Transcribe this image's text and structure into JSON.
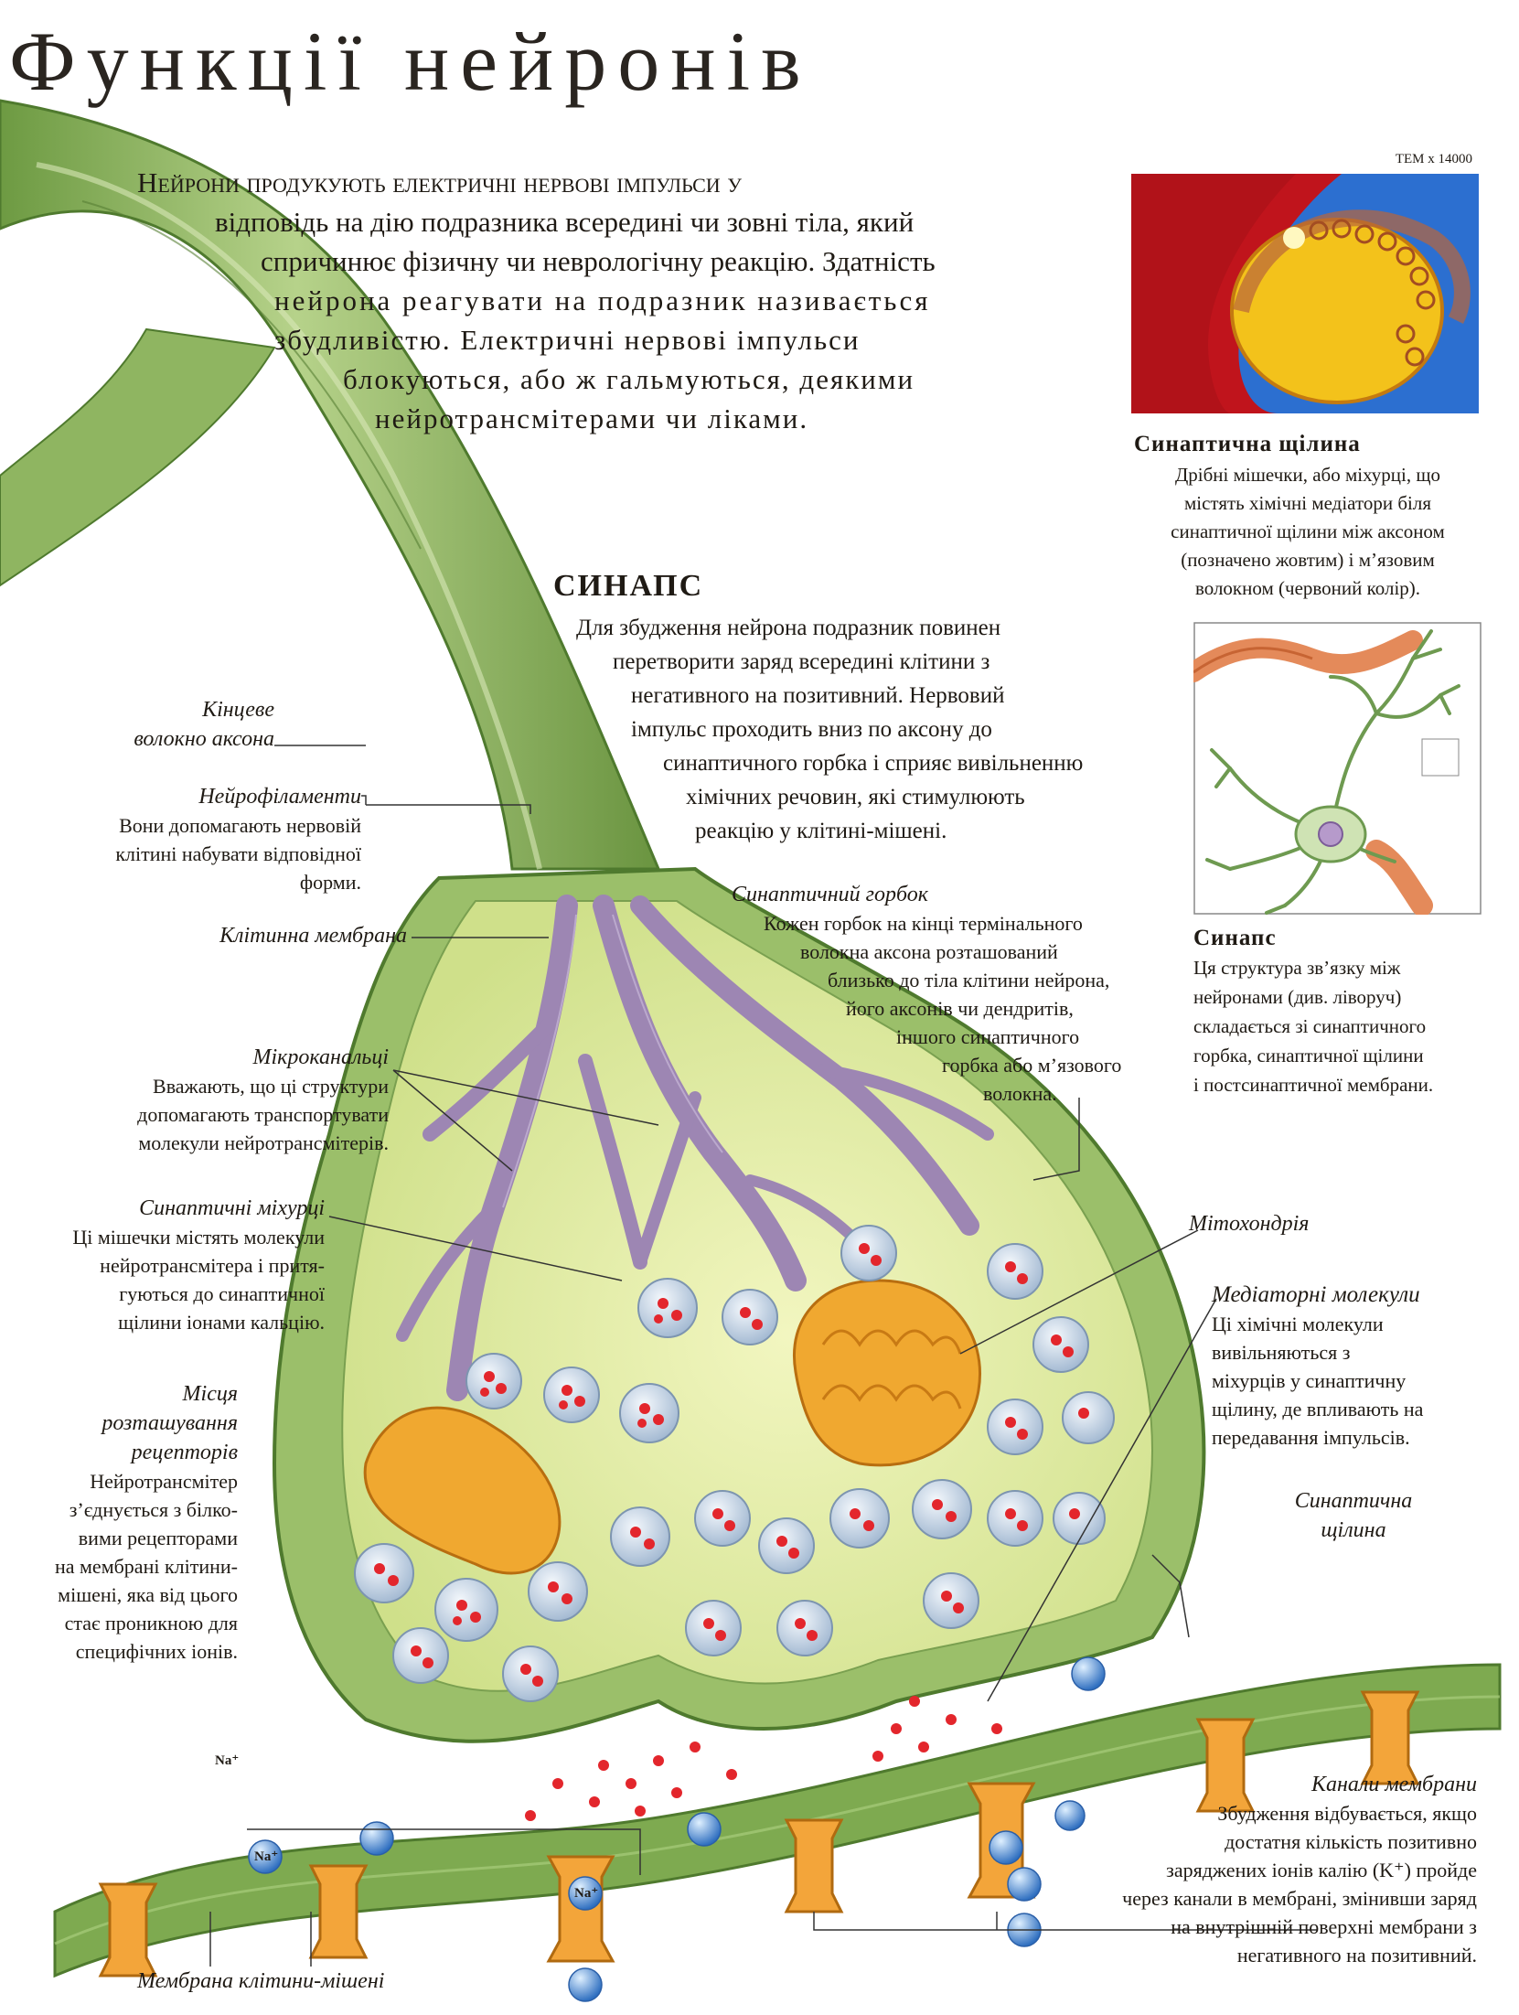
{
  "title": "Функції нейронів",
  "intro": [
    "Нейрони продукують електричні нервові імпульси у",
    "відповідь на дію подразника всередині чи зовні тіла, який",
    "спричинює фізичну чи неврологічну реакцію. Здатність",
    "нейрона реагувати на подразник називається",
    "збудливістю. Електричні нервові імпульси",
    "блокуються, або ж гальмуються, деякими",
    "нейротрансмітерами чи ліками."
  ],
  "tem_label": "ТЕМ х 14000",
  "cleft_box": {
    "title": "Синаптична щілина",
    "lines": [
      "Дрібні мішечки, або міхурці, що",
      "містять хімічні медіатори біля",
      "синаптичної щілини між аксоном",
      "(позначено жовтим) і м’язовим",
      "волокном (червоний колір)."
    ]
  },
  "synapse_box": {
    "title": "Синапс",
    "lines": [
      "Ця структура зв’язку між",
      "нейронами (див. ліворуч)",
      "складається зі синаптичного",
      "горбка, синаптичної щілини",
      "і постсинаптичної мембрани."
    ]
  },
  "synapse_section": {
    "title": "СИНАПС",
    "lines": [
      "Для збудження нейрона подразник повинен",
      "перетворити заряд всередині клітини з",
      "негативного на позитивний. Нервовий",
      "імпульс проходить вниз по аксону до",
      "синаптичного горбка і сприяє вивільненню",
      "хімічних речовин, які  стимулюють",
      "реакцію у клітині-мішені."
    ]
  },
  "labels": {
    "terminal_fiber": [
      "Кінцеве",
      "волокно аксона"
    ],
    "neurofilaments": {
      "title": "Нейрофіламенти",
      "lines": [
        "Вони допомагають нервовій",
        "клітині набувати відповідної",
        "форми."
      ]
    },
    "cell_membrane": "Клітинна мембрана",
    "microtubules": {
      "title": "Мікроканальці",
      "lines": [
        "Вважають, що ці структури",
        "допомагають транспортувати",
        "молекули нейротрансмітерів."
      ]
    },
    "vesicles": {
      "title": "Синаптичні міхурці",
      "lines": [
        "Ці мішечки містять молекули",
        "нейротрансмітера і притя-",
        "гуються до синаптичної",
        "щілини іонами кальцію."
      ]
    },
    "receptor_sites": {
      "title": [
        "Місця",
        "розташування",
        "рецепторів"
      ],
      "lines": [
        "Нейротрансмітер",
        "з’єднується з білко-",
        "вими рецепторами",
        "на мембрані клітини-",
        "мішені, яка від цього",
        "стає проникною для",
        "специфічних іонів."
      ]
    },
    "bouton": {
      "title": "Синаптичний горбок",
      "lines": [
        "Кожен горбок на кінці термінального",
        "волокна аксона розташований",
        "близько до тіла клітини нейрона,",
        "його аксонів чи дендритів,",
        "іншого синаптичного",
        "горбка або м’язового",
        "волокна."
      ]
    },
    "mitochondrion": "Мітохондрія",
    "mediator": {
      "title": "Медіаторні молекули",
      "lines": [
        "Ці хімічні молекули",
        "вивільняються з",
        "міхурців у синаптичну",
        "щілину, де впливають на",
        "передавання імпульсів."
      ]
    },
    "cleft": [
      "Синаптична",
      "щілина"
    ],
    "channels": {
      "title": "Канали мембрани",
      "lines": [
        "Збудження відбувається, якщо",
        "достатня кількість позитивно",
        "заряджених іонів калію (K⁺) пройде",
        "через канали в мембрані, змінивши заряд",
        "на внутрішній поверхні мембрани з",
        "негативного на позитивний."
      ]
    },
    "target_membrane": "Мембрана клітини-мішені"
  },
  "ion_label": "Na⁺",
  "colors": {
    "axon": "#9bbf6a",
    "axon_dark": "#5f8f3c",
    "bouton_fill": "#e4eea6",
    "filament": "#9d86b3",
    "vesicle": "#c7d8ea",
    "neurotransmitter": "#e3262c",
    "mitochondrion": "#f0a830",
    "membrane": "#6f9a45",
    "channel": "#f3a53a",
    "ion": "#4f8fd8",
    "tem_red": "#c0141c",
    "tem_yellow": "#f3c21b",
    "tem_blue": "#2c6fd0"
  }
}
